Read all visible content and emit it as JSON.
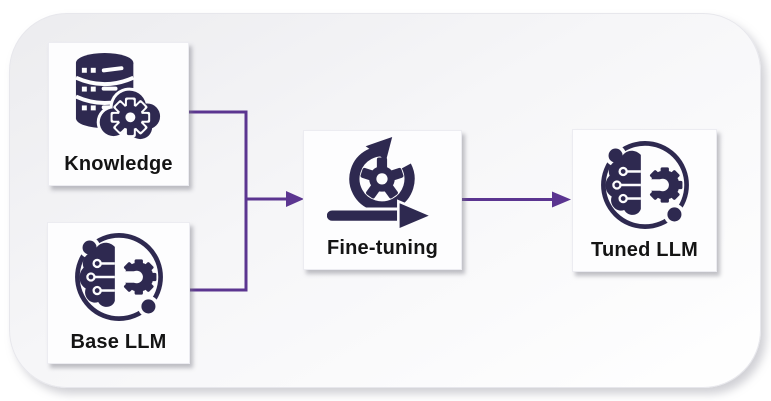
{
  "diagram": {
    "nodes": [
      {
        "id": "knowledge",
        "label": "Knowledge",
        "icon": "database-gear-icon"
      },
      {
        "id": "base-llm",
        "label": "Base LLM",
        "icon": "brain-circuit-gear-icon"
      },
      {
        "id": "fine-tuning",
        "label": "Fine-tuning",
        "icon": "iteration-gear-icon"
      },
      {
        "id": "tuned-llm",
        "label": "Tuned LLM",
        "icon": "brain-circuit-gear-icon"
      }
    ],
    "edges": [
      {
        "from": "Knowledge",
        "to": "Fine-tuning"
      },
      {
        "from": "Base LLM",
        "to": "Fine-tuning"
      },
      {
        "from": "Fine-tuning",
        "to": "Tuned LLM"
      }
    ],
    "colors": {
      "icon": "#2e2950",
      "arrow": "#5b3590",
      "label": "#141414",
      "node_background": "#fdfdfe",
      "canvas_gradient_start": "#ececef",
      "canvas_gradient_end": "#ffffff"
    }
  }
}
